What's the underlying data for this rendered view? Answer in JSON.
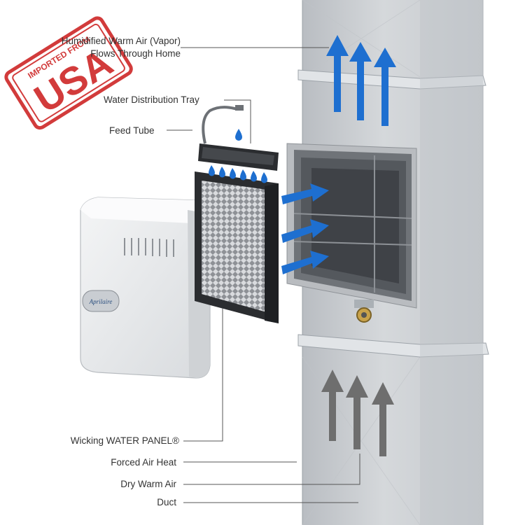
{
  "stamp": {
    "top": "IMPORTED FROM",
    "main": "USA",
    "color": "#d23b3b"
  },
  "brand": {
    "logo": "Aprilaire"
  },
  "labels": {
    "humidified_line1": "Humidified Warm Air (Vapor)",
    "humidified_line2": "Flows Through Home",
    "water_tray": "Water Distribution Tray",
    "feed_tube": "Feed Tube",
    "wicking_panel": "Wicking WATER PANEL®",
    "forced_air": "Forced Air Heat",
    "dry_air": "Dry Warm Air",
    "duct": "Duct"
  },
  "colors": {
    "vapor_arrow": "#1e6fd0",
    "dry_arrow": "#6e6e6e",
    "duct": "#c8ccd0",
    "water_drop": "#1e6fd0"
  },
  "icons": [
    "water-drop-icon",
    "up-arrow-icon",
    "right-arrow-icon"
  ]
}
